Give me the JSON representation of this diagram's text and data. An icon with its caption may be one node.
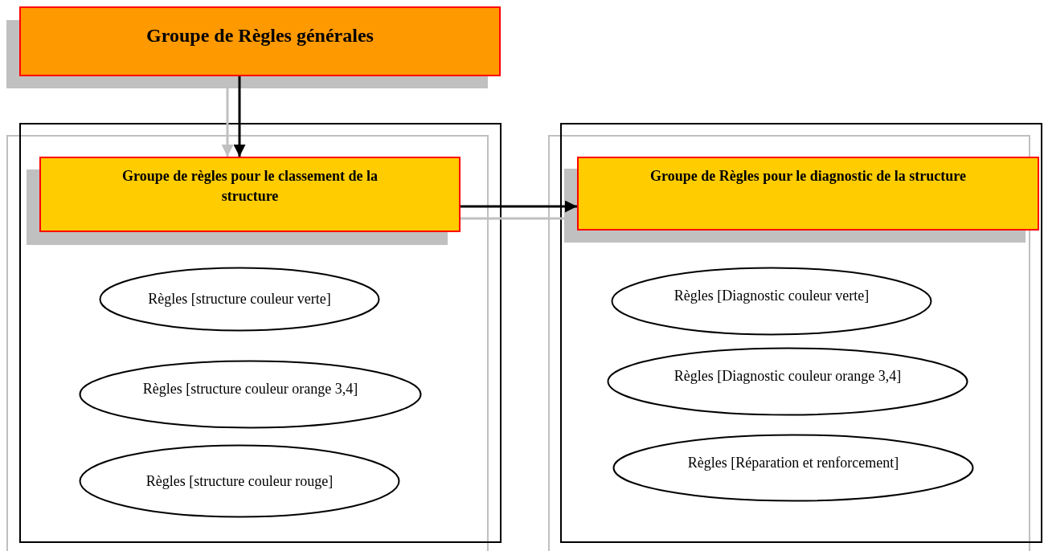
{
  "diagram": {
    "nodes": [
      {
        "text": [
          "Groupe de Règles générales"
        ]
      },
      {
        "text": [],
        "shape": "box"
      },
      {
        "text": [
          "Groupe de règles pour le classement de la structure"
        ],
        "in": 1
      },
      {
        "text": [
          "Règles [structure couleur verte]"
        ],
        "in": 1
      },
      {
        "text": [
          "Règles [structure couleur orange 3,4]"
        ],
        "in": 1
      },
      {
        "text": [
          "Règles [structure couleur rouge]"
        ],
        "in": 1
      },
      {
        "text": [],
        "shape": "box"
      },
      {
        "text": [
          "Groupe de Règles pour le diagnostic de la structure"
        ],
        "in": 6
      },
      {
        "text": [
          "Règles [Diagnostic  couleur verte]"
        ],
        "in": 6
      },
      {
        "text": [
          "Règles [Diagnostic  couleur orange 3,4]"
        ],
        "in": 6
      },
      {
        "text": [
          "Règles [Réparation et renforcement]"
        ],
        "in": 6
      }
    ],
    "edges": [
      {
        "from": 0,
        "to": 2,
        "arrow": "to"
      },
      {
        "from": 2,
        "to": 7,
        "arrow": "to"
      },
      {
        "from": 0,
        "to": 2,
        "arrow": "to",
        "color": "#c0c0c0"
      },
      {
        "from": 2,
        "to": 7,
        "arrow": "to",
        "color": "#c0c0c0"
      }
    ]
  }
}
